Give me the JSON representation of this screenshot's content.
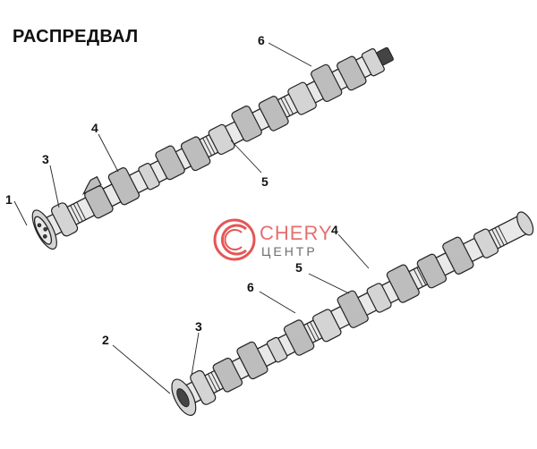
{
  "title": "РАСПРЕДВАЛ",
  "watermark": {
    "line1": "CHERY",
    "line2": "ЦЕНТР",
    "accent": "#e03a3a"
  },
  "callouts": {
    "upper": [
      "1",
      "3",
      "4",
      "5",
      "6"
    ],
    "lower": [
      "2",
      "3",
      "4",
      "5",
      "6"
    ]
  }
}
